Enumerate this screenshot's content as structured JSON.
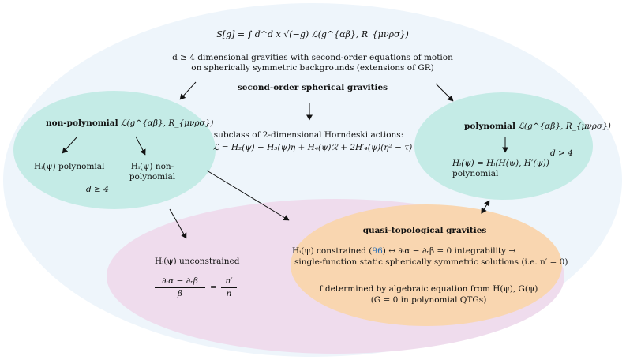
{
  "top": {
    "action": "S[g] = ∫ d^d x √(−g) ℒ(g^{αβ}, R_{μνρσ})",
    "desc_line1": "d ≥ 4 dimensional gravities with second-order equations of motion",
    "desc_line2": "on spherically symmetric backgrounds (extensions of GR)",
    "center_title": "second-order spherical gravities"
  },
  "middle": {
    "line1": "subclass of 2-dimensional Horndeski actions:",
    "line2": "ℒ = H₂(ψ) − H₃(ψ)η + H₄(ψ)ℛ + 2H′₄(ψ)(η² − τ)"
  },
  "left": {
    "title_bold": "non-polynomial",
    "title_rest": "ℒ(g^{αβ}, R_{μνρσ})",
    "branch1": "Hᵢ(ψ) polynomial",
    "branch2_line1": "Hᵢ(ψ) non-",
    "branch2_line2": "polynomial",
    "dim": "d ≥ 4"
  },
  "right": {
    "title_bold": "polynomial",
    "title_rest": "ℒ(g^{αβ}, R_{μνρσ})",
    "line1": "Hᵢ(ψ) = Hᵢ(H(ψ), H′(ψ))",
    "line2": "polynomial",
    "dim": "d > 4"
  },
  "lower_left": {
    "line1": "Hᵢ(ψ) unconstrained",
    "frac_num": "∂ₜα − ∂ᵣβ",
    "frac_den": "β",
    "frac_eq": "=",
    "rhs_num": "n′",
    "rhs_den": "n"
  },
  "qtg": {
    "title": "quasi-topological gravities",
    "line1a": "Hᵢ(ψ) constrained (",
    "ref": "96",
    "line1b": ") ↔ ∂ₜα − ∂ᵣβ = 0 integrability →",
    "line2": "single-function static spherically symmetric solutions (i.e. n′ = 0)",
    "line3": "f determined by algebraic equation from H(ψ), G(ψ)",
    "line4": "(G = 0 in polynomial QTGs)"
  },
  "colors": {
    "outer": "#eef5fb",
    "teal": "#c4ebe6",
    "pink": "#efdced",
    "orange": "#f9d6b0"
  }
}
